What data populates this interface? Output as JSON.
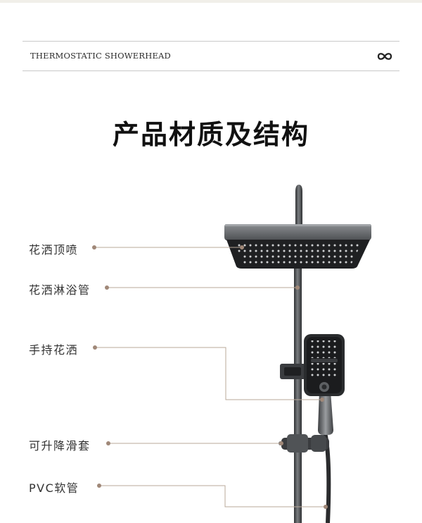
{
  "header": {
    "brand_text": "THERMOSTATIC SHOWERHEAD",
    "logo_icon": "infinity-icon"
  },
  "title": "产品材质及结构",
  "labels": [
    {
      "text": "花洒顶喷"
    },
    {
      "text": "花洒淋浴管"
    },
    {
      "text": "手持花洒"
    },
    {
      "text": "可升降滑套"
    },
    {
      "text": "PVC软管"
    }
  ],
  "colors": {
    "leader_line": "#b9a99a",
    "marker_dot": "#a08878",
    "metal": "#4a4c4f",
    "head_face": "#1f2022"
  }
}
